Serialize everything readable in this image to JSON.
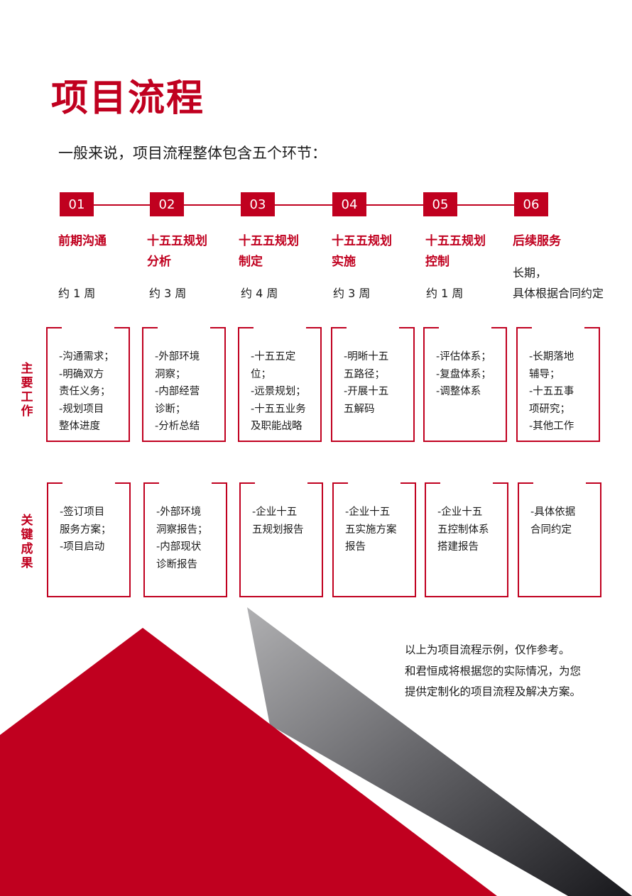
{
  "title": "项目流程",
  "intro": "一般来说，项目流程整体包含五个环节：",
  "labels": {
    "main_work": "主要工作",
    "key_results": "关键成果"
  },
  "phases": [
    {
      "num": "01",
      "name": [
        "前期沟通"
      ],
      "duration": [
        "约 1 周"
      ],
      "work": [
        "-沟通需求；",
        "-明确双方",
        "责任义务；",
        "-规划项目",
        "整体进度"
      ],
      "results": [
        "-签订项目",
        "服务方案；",
        "-项目启动"
      ]
    },
    {
      "num": "02",
      "name": [
        "十五五规划",
        "分析"
      ],
      "duration": [
        "约 3 周"
      ],
      "work": [
        "-外部环境",
        "洞察；",
        "-内部经营",
        "诊断；",
        "-分析总结"
      ],
      "results": [
        "-外部环境",
        "洞察报告；",
        "-内部现状",
        "诊断报告"
      ]
    },
    {
      "num": "03",
      "name": [
        "十五五规划",
        "制定"
      ],
      "duration": [
        "约 4 周"
      ],
      "work": [
        "-十五五定位；",
        "-远景规划；",
        "-十五五业务",
        "及职能战略"
      ],
      "results": [
        "-企业十五",
        "五规划报告"
      ]
    },
    {
      "num": "04",
      "name": [
        "十五五规划",
        "实施"
      ],
      "duration": [
        "约 3 周"
      ],
      "work": [
        "-明晰十五",
        "五路径；",
        "-开展十五",
        "五解码"
      ],
      "results": [
        "-企业十五",
        "五实施方案",
        "报告"
      ]
    },
    {
      "num": "05",
      "name": [
        "十五五规划",
        "控制"
      ],
      "duration": [
        "约 1 周"
      ],
      "work": [
        "-评估体系；",
        "-复盘体系；",
        "-调整体系"
      ],
      "results": [
        "-企业十五",
        "五控制体系",
        "搭建报告"
      ]
    },
    {
      "num": "06",
      "name": [
        "后续服务"
      ],
      "duration": [
        "长期，",
        "具体根据合同约定"
      ],
      "work": [
        "-长期落地",
        "辅导；",
        "-十五五事",
        "项研究；",
        "-其他工作"
      ],
      "results": [
        "-具体依据",
        "合同约定"
      ]
    }
  ],
  "footnote": [
    "以上为项目流程示例，仅作参考。",
    "和君恒成将根据您的实际情况，为您",
    "提供定制化的项目流程及解决方案。"
  ],
  "colors": {
    "accent": "#c0001f",
    "text": "#1a1a1a",
    "gray_light": "#a8a8aa",
    "gray_dark": "#1e1e22"
  }
}
